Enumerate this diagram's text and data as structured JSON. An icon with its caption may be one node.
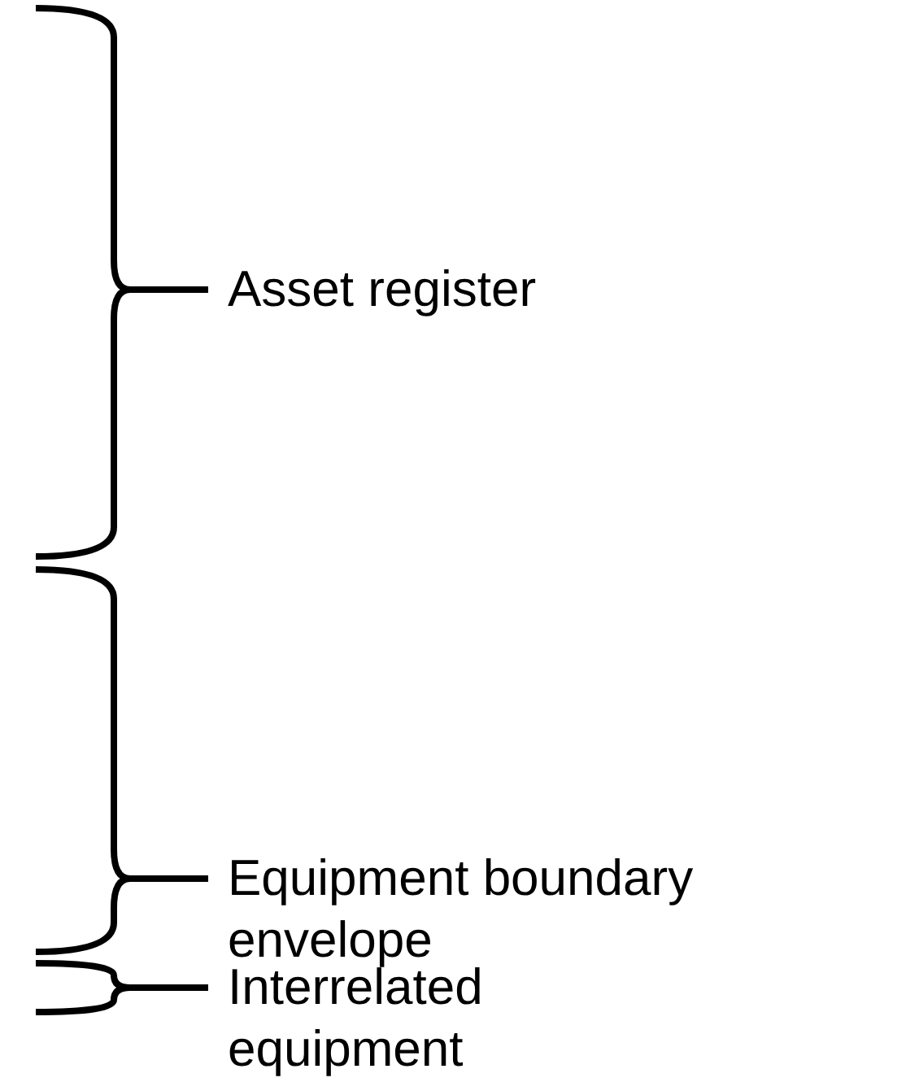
{
  "diagram": {
    "labels": [
      "Asset register",
      "Equipment boundary envelope",
      "Interrelated equipment"
    ]
  }
}
